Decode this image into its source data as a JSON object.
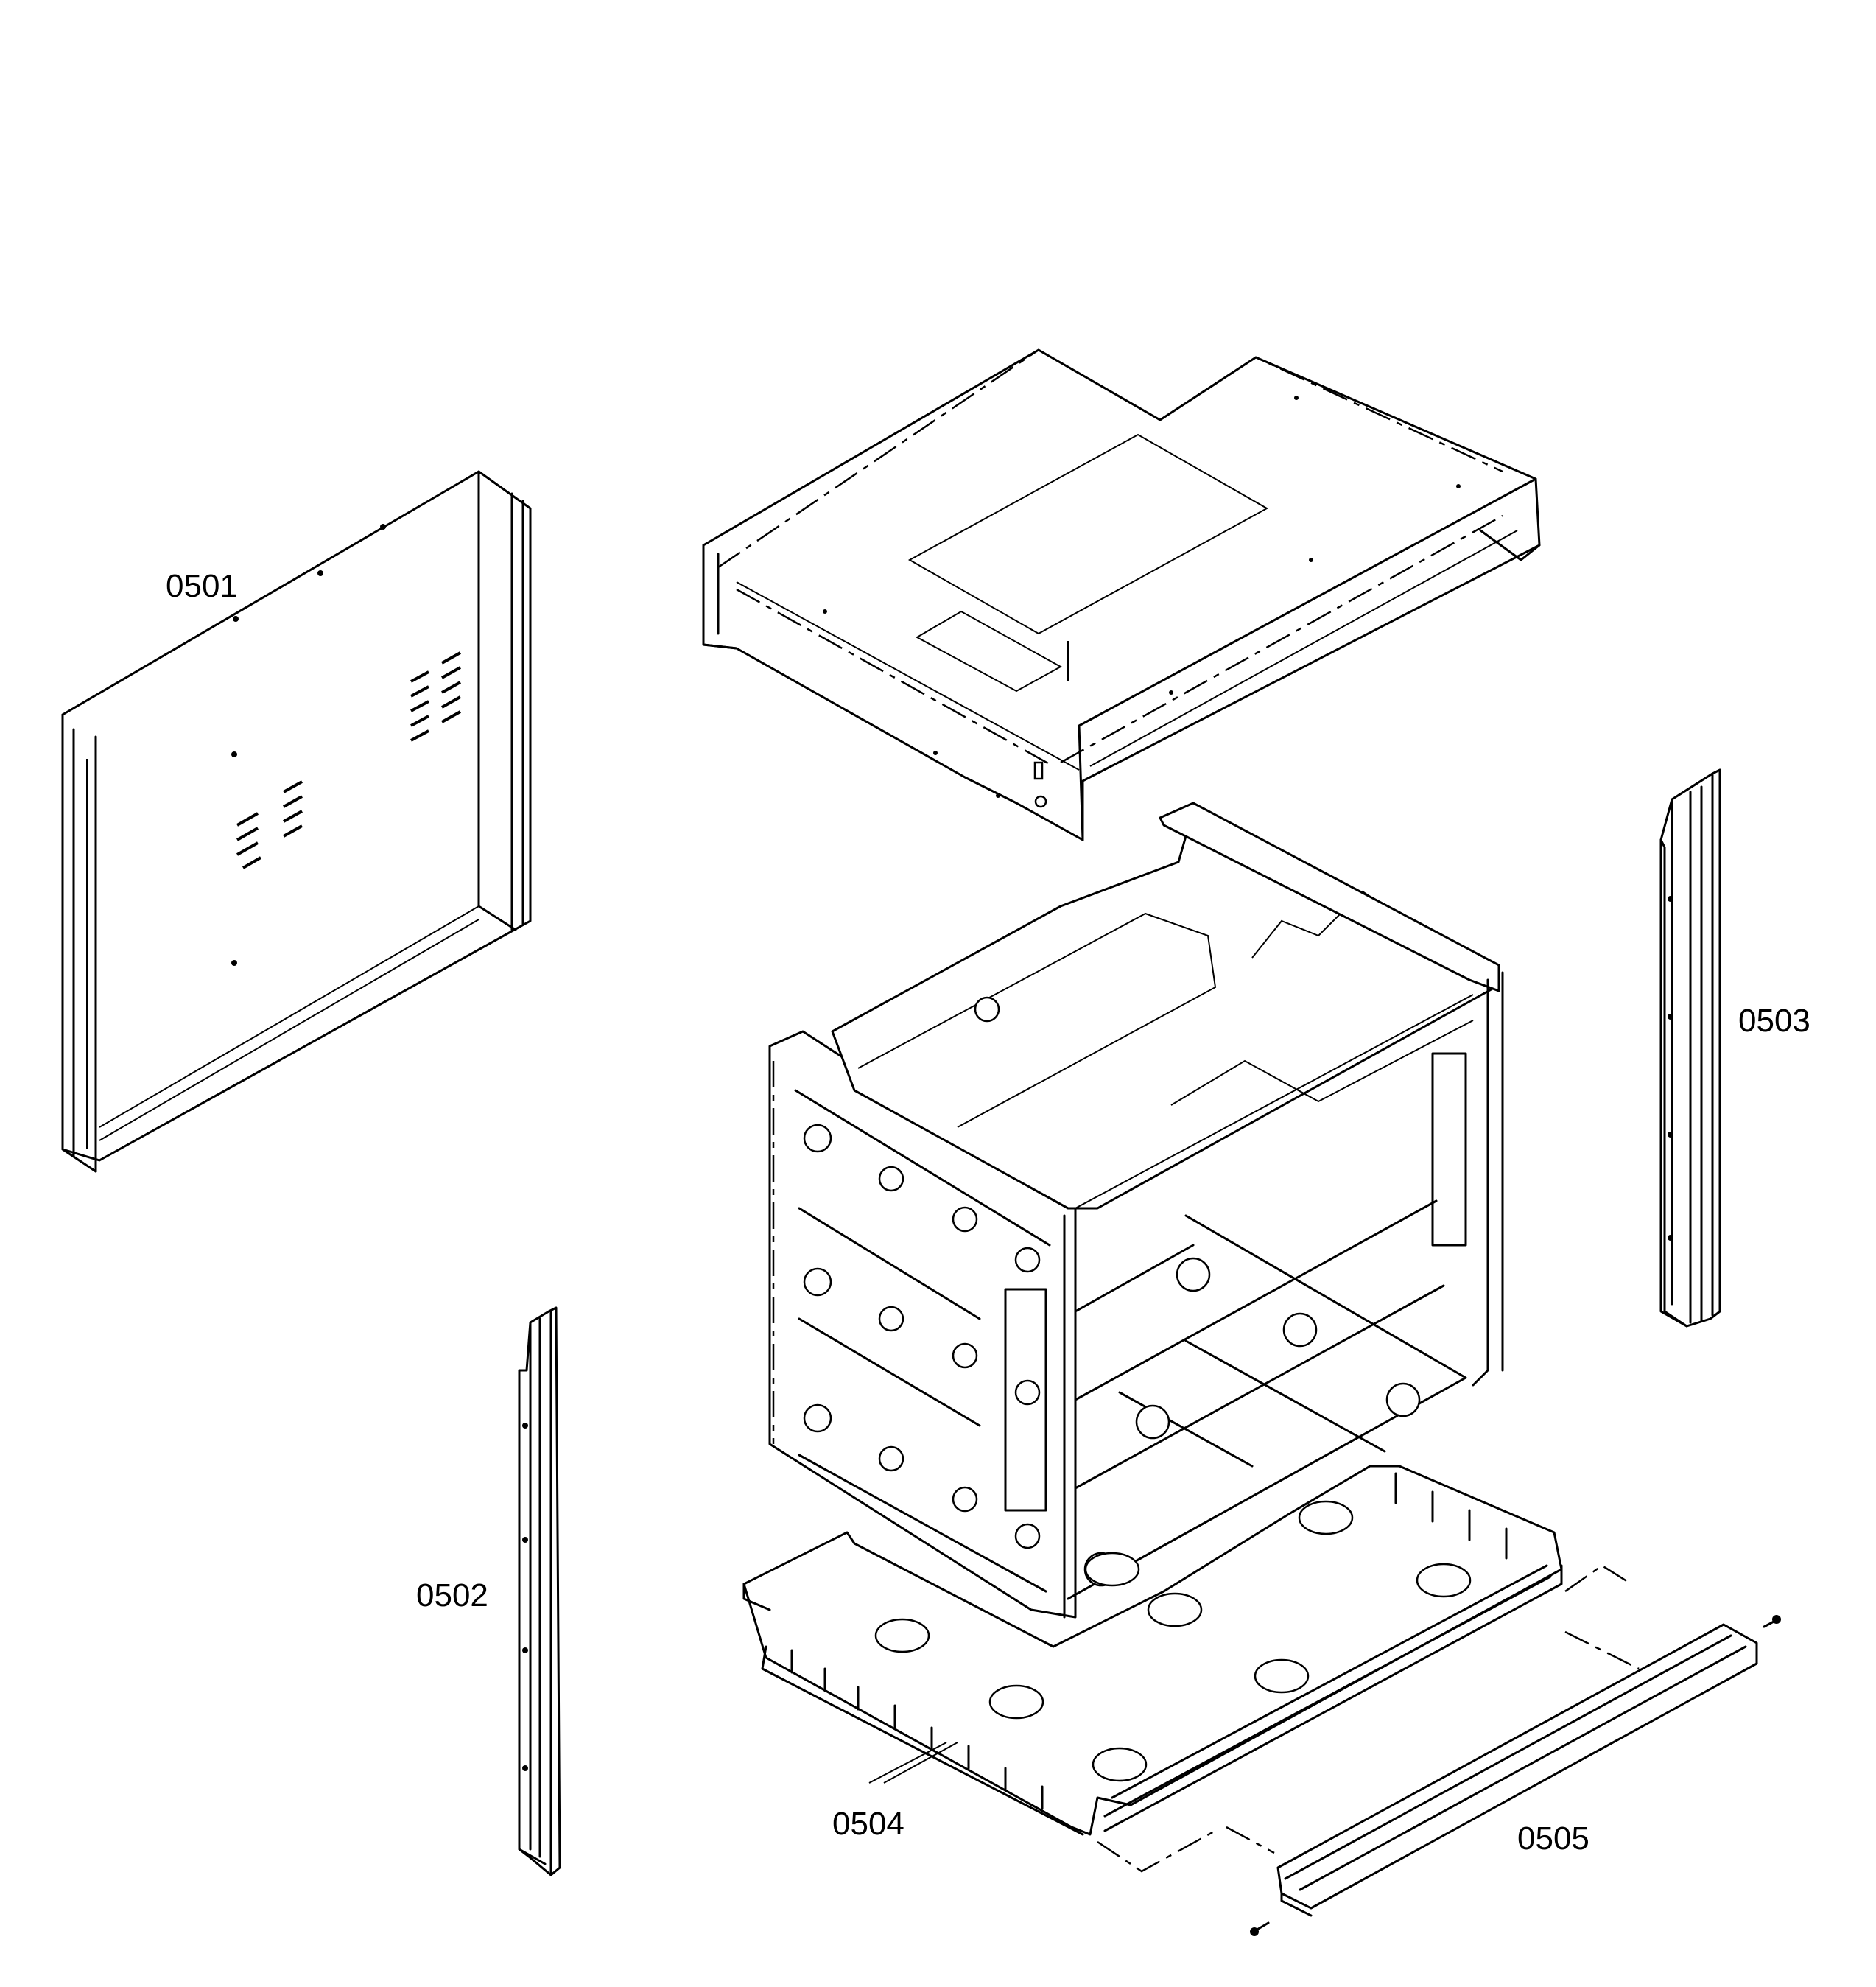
{
  "parts": [
    {
      "id": "side-panel-left",
      "label": "0501"
    },
    {
      "id": "rail-left",
      "label": "0502"
    },
    {
      "id": "rail-right",
      "label": "0503"
    },
    {
      "id": "bottom-pan",
      "label": "0504"
    },
    {
      "id": "front-trim",
      "label": "0505"
    }
  ]
}
